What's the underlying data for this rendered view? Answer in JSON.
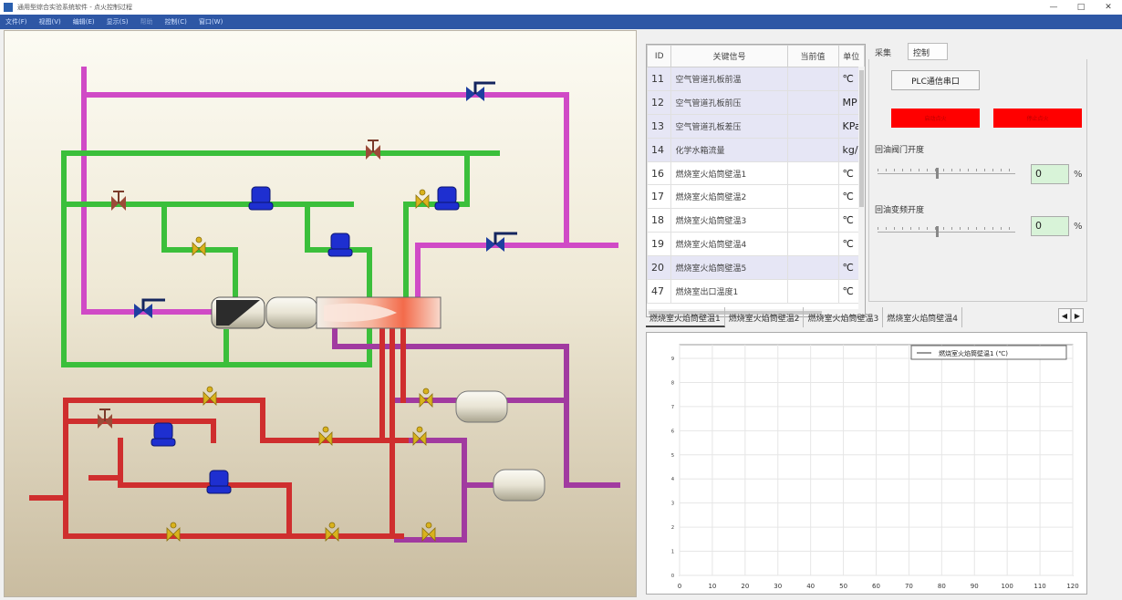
{
  "window": {
    "title": "通用型综合实验系统软件 - 点火控制过程",
    "minimize": "—",
    "maximize": "□",
    "close": "✕"
  },
  "menu": [
    "文件(F)",
    "视图(V)",
    "编辑(E)",
    "显示(S)",
    "帮助",
    "控制(C)",
    "窗口(W)"
  ],
  "table": {
    "headers": [
      "ID",
      "关键信号",
      "当前值",
      "单位"
    ],
    "rows": [
      {
        "id": "11",
        "name": "空气管道孔板前温",
        "value": "",
        "unit": "℃"
      },
      {
        "id": "12",
        "name": "空气管道孔板前压",
        "value": "",
        "unit": "MP"
      },
      {
        "id": "13",
        "name": "空气管道孔板差压",
        "value": "",
        "unit": "KPa"
      },
      {
        "id": "14",
        "name": "化学水箱流量",
        "value": "",
        "unit": "kg/"
      },
      {
        "id": "16",
        "name": "燃烧室火焰筒壁温1",
        "value": "",
        "unit": "℃"
      },
      {
        "id": "17",
        "name": "燃烧室火焰筒壁温2",
        "value": "",
        "unit": "℃"
      },
      {
        "id": "18",
        "name": "燃烧室火焰筒壁温3",
        "value": "",
        "unit": "℃"
      },
      {
        "id": "19",
        "name": "燃烧室火焰筒壁温4",
        "value": "",
        "unit": "℃"
      },
      {
        "id": "20",
        "name": "燃烧室火焰筒壁温5",
        "value": "",
        "unit": "℃"
      },
      {
        "id": "47",
        "name": "燃烧室出口温度1",
        "value": "",
        "unit": "℃"
      }
    ]
  },
  "tabs": {
    "collect": "采集",
    "control": "控制"
  },
  "control": {
    "plc_button": "PLC通信串口",
    "red_button_1": "启动点火",
    "red_button_2": "停止点火",
    "slider1_label": "回油阀门开度",
    "slider1_value": "0",
    "slider2_label": "回油变频开度",
    "slider2_value": "0",
    "percent": "%"
  },
  "chart_tabs": [
    "燃烧室火焰筒壁温1",
    "燃烧室火焰筒壁温2",
    "燃烧室火焰筒壁温3",
    "燃烧室火焰筒壁温4"
  ],
  "chart_data": {
    "type": "line",
    "series": [
      {
        "name": "燃烧室火焰筒壁温1 (℃)",
        "values": []
      }
    ],
    "x": [],
    "xticks": [
      0,
      10,
      20,
      30,
      40,
      50,
      60,
      70,
      80,
      90,
      100,
      110,
      120
    ],
    "yticks": [
      "9",
      "8",
      "7",
      "6",
      "5",
      "4",
      "3",
      "2",
      "1",
      "0"
    ],
    "xlim": [
      0,
      120
    ],
    "grid": true,
    "legend": "top-right"
  },
  "colors": {
    "pipe_magenta": "#d04ac6",
    "pipe_green": "#3bbf3b",
    "pipe_red": "#cf2e2e",
    "pipe_purple": "#a13aa0",
    "pump_blue": "#1e2fd0",
    "alarm_red": "#ff0000",
    "menubar": "#2e57a5"
  }
}
